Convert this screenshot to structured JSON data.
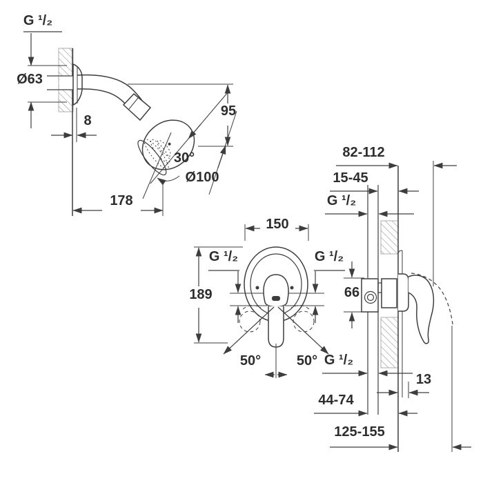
{
  "colors": {
    "line": "#3d3d3d",
    "background": "#ffffff"
  },
  "shower_head": {
    "thread_label": "G ¹/₂",
    "flange_diameter": "Ø63",
    "flange_offset": "8",
    "head_drop": "95",
    "head_angle": "30°",
    "head_diameter": "Ø100",
    "arm_projection": "178"
  },
  "mixer_front": {
    "width": "150",
    "thread_left": "G ¹/₂",
    "thread_right": "G ¹/₂",
    "height": "189",
    "body_height": "66",
    "handle_swing_left": "50°",
    "handle_swing_right": "50°"
  },
  "mixer_side": {
    "handle_projection_range": "82-112",
    "rough_in_depth_range": "15-45",
    "thread_top": "G ¹/₂",
    "thread_bottom": "G ¹/₂",
    "trim_projection": "13",
    "supply_depth_range": "44-74",
    "total_depth_range": "125-155"
  }
}
